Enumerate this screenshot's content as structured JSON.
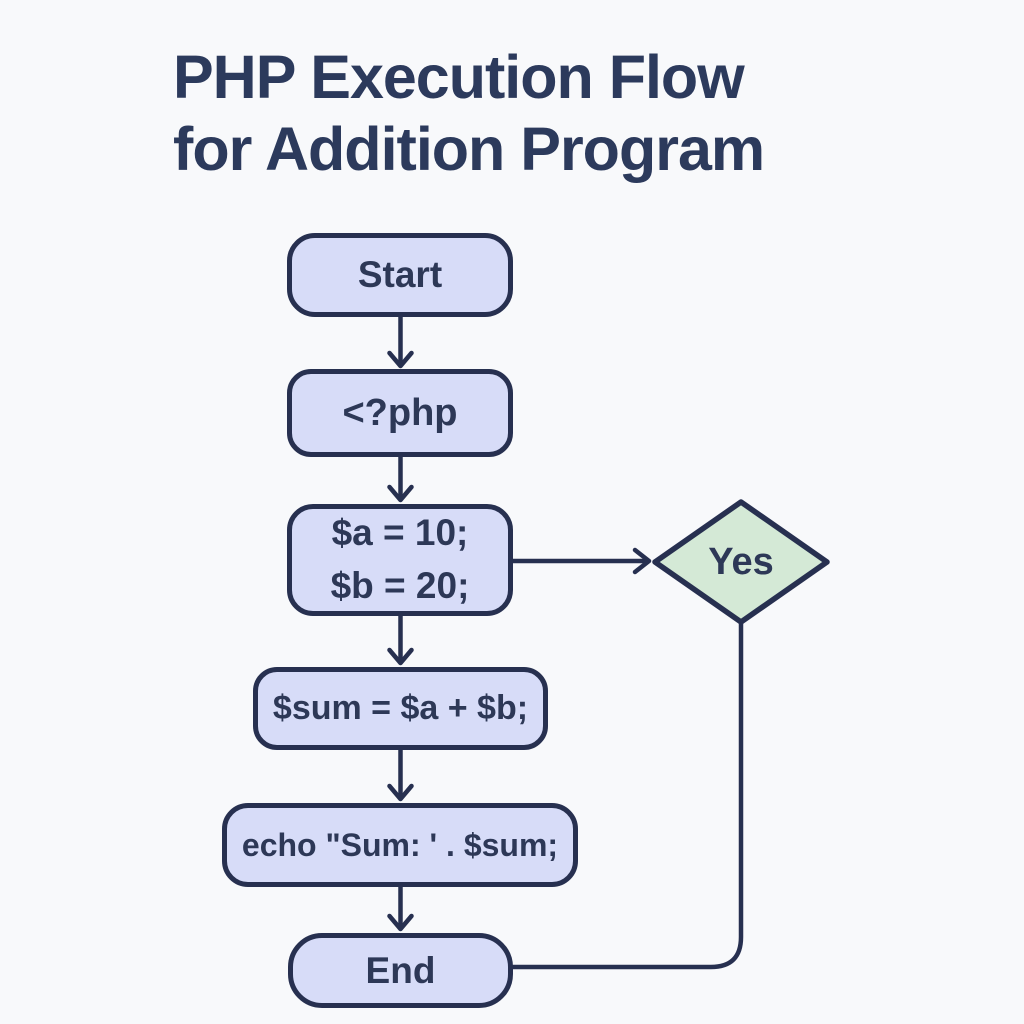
{
  "title": "PHP Execution Flow\nfor Addition Program",
  "colors": {
    "background": "#f8f9fb",
    "node_fill": "#d7dcf8",
    "node_border": "#273050",
    "decision_fill": "#d4e9d6",
    "connector": "#273050",
    "text": "#2d3857",
    "title_text": "#2c3a5c"
  },
  "flowchart": {
    "nodes": [
      {
        "id": "start",
        "type": "terminator",
        "label": "Start"
      },
      {
        "id": "php-open",
        "type": "process",
        "label": "<?php"
      },
      {
        "id": "assign",
        "type": "process",
        "label": "$a = 10;\n$b = 20;"
      },
      {
        "id": "sum",
        "type": "process",
        "label": "$sum = $a + $b;"
      },
      {
        "id": "echo",
        "type": "process",
        "label": "echo \"Sum: ' . $sum;"
      },
      {
        "id": "end",
        "type": "terminator",
        "label": "End"
      },
      {
        "id": "decision",
        "type": "decision",
        "label": "Yes"
      }
    ],
    "edges": [
      {
        "from": "start",
        "to": "php-open",
        "arrow": true
      },
      {
        "from": "php-open",
        "to": "assign",
        "arrow": true
      },
      {
        "from": "assign",
        "to": "sum",
        "arrow": true
      },
      {
        "from": "assign",
        "to": "decision",
        "arrow": true
      },
      {
        "from": "sum",
        "to": "echo",
        "arrow": true
      },
      {
        "from": "echo",
        "to": "end",
        "arrow": true
      },
      {
        "from": "decision",
        "to": "end",
        "arrow": false
      }
    ]
  }
}
